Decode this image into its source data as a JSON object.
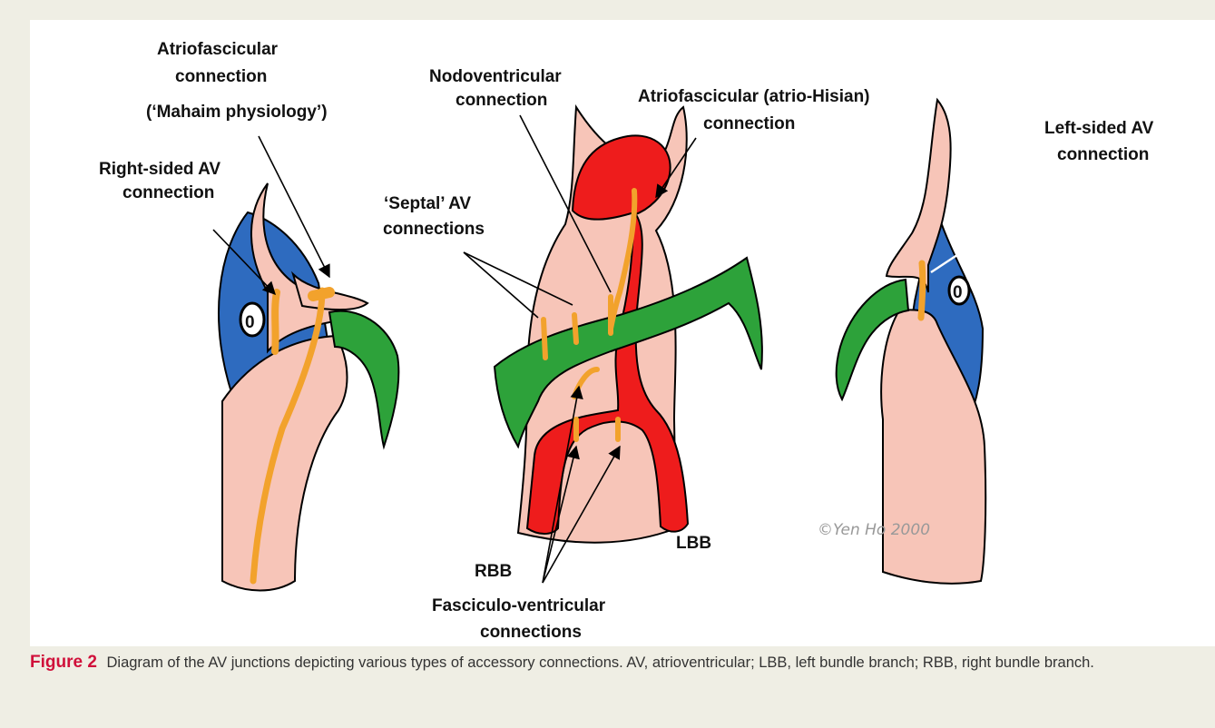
{
  "diagram": {
    "labels": {
      "atriofascicular_l1": "Atriofascicular",
      "atriofascicular_l2": "connection",
      "mahaim": "(‘Mahaim physiology’)",
      "right_sided_l1": "Right-sided AV",
      "right_sided_l2": "connection",
      "nodoventricular_l1": "Nodoventricular",
      "nodoventricular_l2": "connection",
      "atrio_hisian_l1": "Atriofascicular (atrio-Hisian)",
      "atrio_hisian_l2": "connection",
      "septal_l1": "‘Septal’ AV",
      "septal_l2": "connections",
      "left_sided_l1": "Left-sided AV",
      "left_sided_l2": "connection",
      "rbb": "RBB",
      "lbb": "LBB",
      "fasciculo_l1": "Fasciculo-ventricular",
      "fasciculo_l2": "connections",
      "copyright": "©Yen Ho  2000",
      "orifice_left": "0",
      "orifice_right": "0"
    },
    "colors": {
      "tissue": "#f7c5b8",
      "valve": "#2e6bbf",
      "conduction": "#ee1c1c",
      "accessory": "#f2a22c",
      "branch": "#2da23a"
    }
  },
  "caption": {
    "figure_label": "Figure 2",
    "text": "Diagram of the AV junctions depicting various types of accessory connections. AV, atrioventricular; LBB, left bundle branch; RBB, right bundle branch."
  }
}
